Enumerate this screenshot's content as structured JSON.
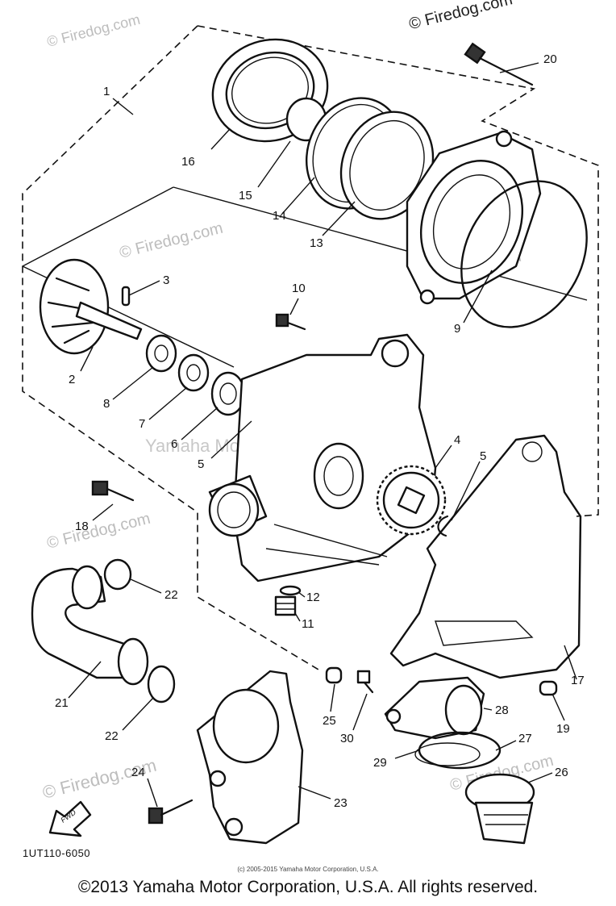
{
  "watermarks": {
    "top_right": "© Firedog.com",
    "repeat": "© Firedog.com",
    "center": "Yamaha Motor Corp. U.S.A."
  },
  "callouts": {
    "n1": "1",
    "n2": "2",
    "n3": "3",
    "n4": "4",
    "n5a": "5",
    "n5b": "5",
    "n6": "6",
    "n7": "7",
    "n8": "8",
    "n9": "9",
    "n10": "10",
    "n11": "11",
    "n12": "12",
    "n13": "13",
    "n14": "14",
    "n15": "15",
    "n16": "16",
    "n17": "17",
    "n18": "18",
    "n19": "19",
    "n20": "20",
    "n21": "21",
    "n22a": "22",
    "n22b": "22",
    "n23": "23",
    "n24": "24",
    "n25": "25",
    "n26": "26",
    "n27": "27",
    "n28": "28",
    "n29": "29",
    "n30": "30"
  },
  "fwd_label": "FWD",
  "part_code": "1UT110-6050",
  "small_copyright": "(c) 2005-2015 Yamaha Motor Corporation, U.S.A.",
  "copyright": "©2013 Yamaha Motor Corporation, U.S.A. All rights reserved."
}
